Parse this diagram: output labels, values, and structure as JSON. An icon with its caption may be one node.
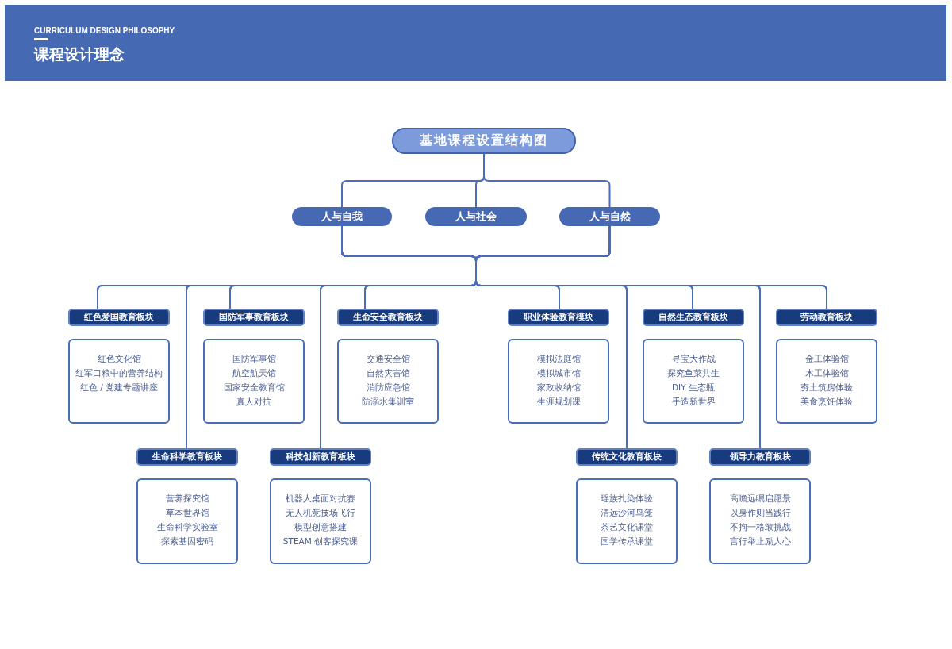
{
  "diagram": {
    "title": "课程设计理念",
    "labels": [
      "CURRICULUM DESIGN PHILOSOPHY"
    ],
    "nodes": [
      {
        "text": [
          "基地课程设置结构图"
        ]
      },
      {
        "text": [
          "人与自我"
        ]
      },
      {
        "text": [
          "人与社会"
        ]
      },
      {
        "text": [
          "人与自然"
        ]
      },
      {
        "text": [
          "红色爱国教育板块"
        ]
      },
      {
        "text": [
          "红色文化馆",
          "红军口粮中的营养结构",
          "红色 / 党建专题讲座"
        ]
      },
      {
        "text": [
          "国防军事教育板块"
        ]
      },
      {
        "text": [
          "国防军事馆",
          "航空航天馆",
          "国家安全教育馆",
          "真人对抗"
        ]
      },
      {
        "text": [
          "生命安全教育板块"
        ]
      },
      {
        "text": [
          "交通安全馆",
          "自然灾害馆",
          "消防应急馆",
          "防溺水集训室"
        ]
      },
      {
        "text": [
          "职业体验教育模块"
        ]
      },
      {
        "text": [
          "模拟法庭馆",
          "模拟城市馆",
          "家政收纳馆",
          "生涯规划课"
        ]
      },
      {
        "text": [
          "自然生态教育板块"
        ]
      },
      {
        "text": [
          "寻宝大作战",
          "探究鱼菜共生",
          "DIY 生态瓶",
          "手造新世界"
        ]
      },
      {
        "text": [
          "劳动教育板块"
        ]
      },
      {
        "text": [
          "金工体验馆",
          "木工体验馆",
          "夯土筑房体验",
          "美食烹饪体验"
        ]
      },
      {
        "text": [
          "生命科学教育板块"
        ]
      },
      {
        "text": [
          "营养探究馆",
          "草本世界馆",
          "生命科学实验室",
          "探索基因密码"
        ]
      },
      {
        "text": [
          "科技创新教育板块"
        ]
      },
      {
        "text": [
          "机器人桌面对抗赛",
          "无人机竞技场飞行",
          "模型创意搭建",
          "STEAM 创客探究课"
        ]
      },
      {
        "text": [
          "传统文化教育板块"
        ]
      },
      {
        "text": [
          "瑶族扎染体验",
          "清远沙河鸟笼",
          "茶艺文化课堂",
          "国学传承课堂"
        ]
      },
      {
        "text": [
          "领导力教育板块"
        ]
      },
      {
        "text": [
          "高瞻远瞩启愿景",
          "以身作则当践行",
          "不拘一格敢挑战",
          "言行举止励人心"
        ]
      }
    ],
    "edges": [
      {
        "from": 0,
        "to": 1,
        "arrow": "none"
      },
      {
        "from": 0,
        "to": 2,
        "arrow": "none"
      },
      {
        "from": 0,
        "to": 3,
        "arrow": "none"
      },
      {
        "from": 1,
        "to": 4,
        "arrow": "none"
      },
      {
        "from": 3,
        "to": 4,
        "arrow": "none"
      },
      {
        "from": 1,
        "to": 6,
        "arrow": "none"
      },
      {
        "from": 3,
        "to": 6,
        "arrow": "none"
      },
      {
        "from": 1,
        "to": 8,
        "arrow": "none"
      },
      {
        "from": 3,
        "to": 8,
        "arrow": "none"
      },
      {
        "from": 1,
        "to": 10,
        "arrow": "none"
      },
      {
        "from": 3,
        "to": 10,
        "arrow": "none"
      },
      {
        "from": 1,
        "to": 12,
        "arrow": "none"
      },
      {
        "from": 3,
        "to": 12,
        "arrow": "none"
      },
      {
        "from": 1,
        "to": 14,
        "arrow": "none"
      },
      {
        "from": 3,
        "to": 14,
        "arrow": "none"
      },
      {
        "from": 1,
        "to": 16,
        "arrow": "none"
      },
      {
        "from": 3,
        "to": 16,
        "arrow": "none"
      },
      {
        "from": 1,
        "to": 18,
        "arrow": "none"
      },
      {
        "from": 3,
        "to": 18,
        "arrow": "none"
      },
      {
        "from": 1,
        "to": 20,
        "arrow": "none"
      },
      {
        "from": 3,
        "to": 20,
        "arrow": "none"
      },
      {
        "from": 1,
        "to": 22,
        "arrow": "none"
      },
      {
        "from": 3,
        "to": 22,
        "arrow": "none"
      }
    ]
  }
}
